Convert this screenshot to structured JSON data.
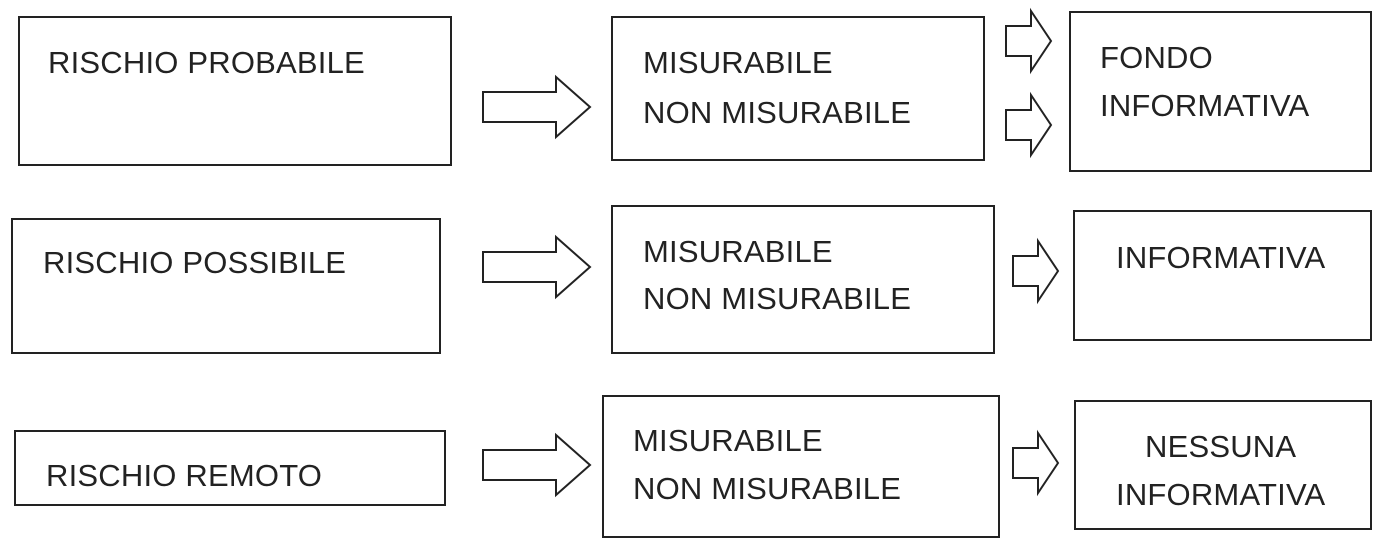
{
  "rows": [
    {
      "risk": "RISCHIO PROBABILE",
      "measure_lines": [
        "MISURABILE",
        "NON MISURABILE"
      ],
      "outcome_lines": [
        "FONDO",
        "INFORMATIVA"
      ]
    },
    {
      "risk": "RISCHIO POSSIBILE",
      "measure_lines": [
        "MISURABILE",
        "NON MISURABILE"
      ],
      "outcome_lines": [
        "INFORMATIVA"
      ]
    },
    {
      "risk": "RISCHIO REMOTO",
      "measure_lines": [
        "MISURABILE",
        "NON MISURABILE"
      ],
      "outcome_lines": [
        "NESSUNA",
        "INFORMATIVA"
      ]
    }
  ]
}
